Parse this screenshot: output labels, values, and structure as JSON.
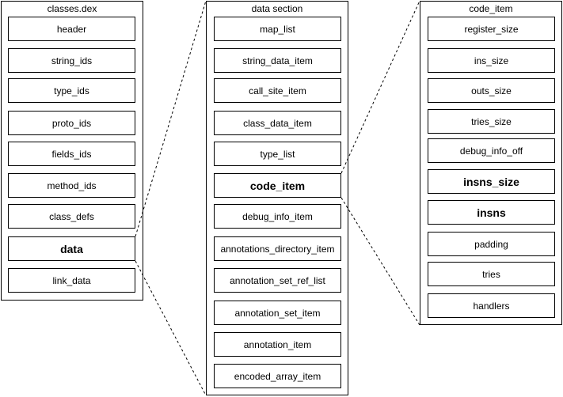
{
  "panels": [
    {
      "title": "classes.dex",
      "items": [
        "header",
        "string_ids",
        "type_ids",
        "proto_ids",
        "fields_ids",
        "method_ids",
        "class_defs",
        "data",
        "link_data"
      ]
    },
    {
      "title": "data section",
      "items": [
        "map_list",
        "string_data_item",
        "call_site_item",
        "class_data_item",
        "type_list",
        "code_item",
        "debug_info_item",
        "annotations_directory_item",
        "annotation_set_ref_list",
        "annotation_set_item",
        "annotation_item",
        "encoded_array_item"
      ]
    },
    {
      "title": "code_item",
      "items": [
        "register_size",
        "ins_size",
        "outs_size",
        "tries_size",
        "debug_info_off",
        "insns_size",
        "insns",
        "padding",
        "tries",
        "handlers"
      ]
    }
  ]
}
